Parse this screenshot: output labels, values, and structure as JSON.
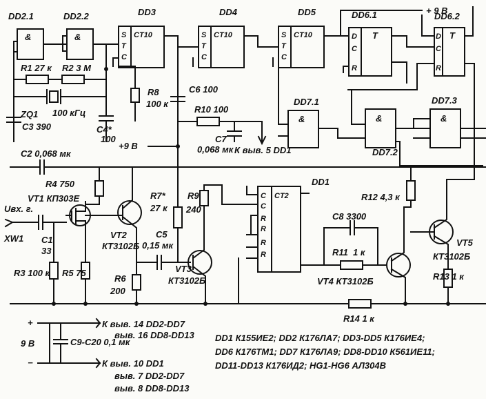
{
  "chips": {
    "dd2_1": "DD2.1",
    "dd2_2": "DD2.2",
    "dd3": "DD3",
    "dd4": "DD4",
    "dd5": "DD5",
    "dd6_1": "DD6.1",
    "dd6_2": "DD6.2",
    "dd7_1": "DD7.1",
    "dd7_2": "DD7.2",
    "dd7_3": "DD7.3",
    "dd1": "DD1",
    "ct10": "CT10",
    "ct2": "CT2",
    "and": "&",
    "trig_t": "T",
    "pin_d": "D",
    "pin_c": "C",
    "pin_r": "R",
    "pin_s": "S"
  },
  "components": {
    "r1": "R1  27 к",
    "r2": "R2  3 М",
    "zq1": "ZQ1",
    "zq1_freq": "100 кГц",
    "c3": "C3  390",
    "c4": "C4*",
    "c4_val": "100",
    "r8": "R8",
    "r8_val": "100 к",
    "c6": "C6 100",
    "r10": "R10  100",
    "c7": "C7",
    "c7_val": "0,068 мк",
    "to_pin": "К выв. 5 DD1",
    "plus9": "+9 В",
    "plus9_top": "+ 9 В",
    "c2": "C2  0,068 мк",
    "r4": "R4  750",
    "vt1": "VT1  КП303Е",
    "uin": "Uвх. г.",
    "xw1": "XW1",
    "c1": "C1",
    "c1_val": "33",
    "r3": "R3  100 к",
    "r5": "R5  75",
    "vt2": "VT2",
    "vt2_type": "КТ3102Б",
    "r7": "R7*",
    "r7_val": "27 к",
    "c5": "C5",
    "c5_val": "0,15 мк",
    "r6": "R6",
    "r6_val": "200",
    "vt3": "VT3",
    "vt3_type": "КТ3102Б",
    "r9": "R9",
    "r9_val": "240",
    "c8": "C8  3300",
    "r11": "R11",
    "r11_val": "1 к",
    "vt4": "VT4  КТ3102Б",
    "r12": "R12  4,3 к",
    "vt5": "VT5",
    "vt5_type": "КТ3102Б",
    "r13": "R13  1 к",
    "r14": "R14  1 к"
  },
  "power": {
    "plus": "+",
    "minus": "−",
    "volts": "9 В",
    "caps": "C9-C20 0,1 мк",
    "p1": "К выв. 14  DD2-DD7",
    "p2": "выв. 16  DD8-DD13",
    "p3": "К выв. 10  DD1",
    "p4": "выв. 7  DD2-DD7",
    "p5": "выв. 8  DD8-DD13"
  },
  "parts_list": {
    "l1": "DD1  К155ИЕ2;  DD2  К176ЛА7;  DD3-DD5  К176ИЕ4;",
    "l2": "DD6  К176ТМ1;  DD7  К176ЛА9;  DD8-DD10  К561ИЕ11;",
    "l3": "DD11-DD13  К176ИД2;  HG1-HG6  АЛ304В"
  }
}
